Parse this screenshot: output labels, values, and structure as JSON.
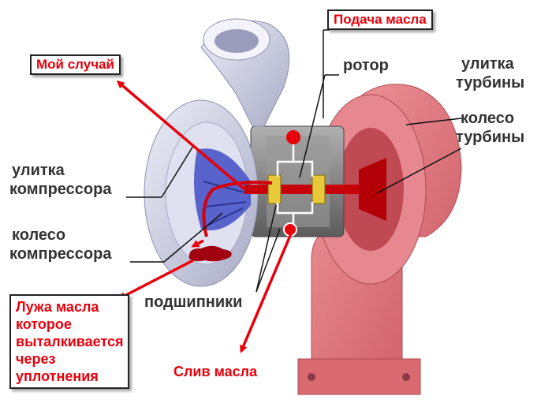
{
  "labels": {
    "oil_feed": "Подача масла",
    "my_case": "Мой случай",
    "rotor": "ротор",
    "turbine_housing_1": "улитка",
    "turbine_housing_2": "турбины",
    "turbine_wheel_1": "колесо",
    "turbine_wheel_2": "турбины",
    "compressor_housing_1": "улитка",
    "compressor_housing_2": "компрессора",
    "compressor_wheel_1": "колесо",
    "compressor_wheel_2": "компрессора",
    "bearings": "подшипники",
    "oil_puddle": [
      "Лужа масла",
      "которое",
      "выталкивается",
      "через",
      "уплотнения"
    ],
    "oil_drain": "Слив масла"
  },
  "colors": {
    "accent_red": "#e8000b",
    "compressor": "#c9cbe0",
    "turbine": "#e07078",
    "bearing_housing": "#8a8a8a",
    "impeller": "#4a55c8"
  }
}
